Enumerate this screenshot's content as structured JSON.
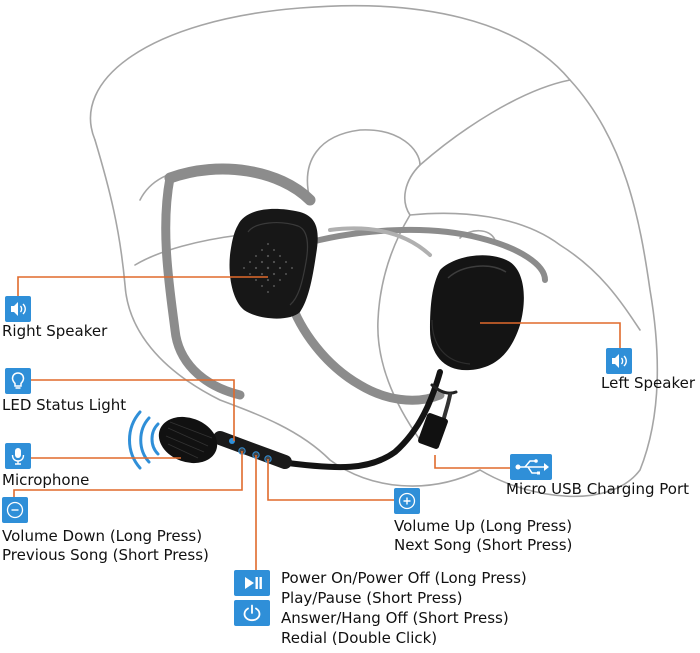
{
  "labels": {
    "right_speaker": "Right Speaker",
    "left_speaker": "Left Speaker",
    "led_status_light": "LED Status Light",
    "microphone": "Microphone",
    "micro_usb_port": "Micro USB Charging Port",
    "volume_down": [
      "Volume Down (Long Press)",
      "Previous Song (Short Press)"
    ],
    "volume_up": [
      "Volume Up (Long Press)",
      "Next Song (Short Press)"
    ],
    "power": [
      "Power On/Power Off (Long Press)",
      "Play/Pause (Short Press)",
      "Answer/Hang Off (Short Press)",
      "Redial (Double Click)"
    ]
  },
  "icons": {
    "right_speaker": "speaker-icon",
    "left_speaker": "speaker-icon",
    "led_status_light": "lightbulb-icon",
    "microphone": "microphone-icon",
    "micro_usb_port": "usb-icon",
    "volume_down": "minus-icon",
    "volume_up": "plus-icon",
    "play_pause": "play-pause-icon",
    "power": "power-icon"
  },
  "colors": {
    "leader_line": "#e06a2c",
    "icon_box": "#2f8fd8",
    "device": "#161616",
    "helmet_outline": "#9a9a9a",
    "strap": "#8e8e8e"
  }
}
